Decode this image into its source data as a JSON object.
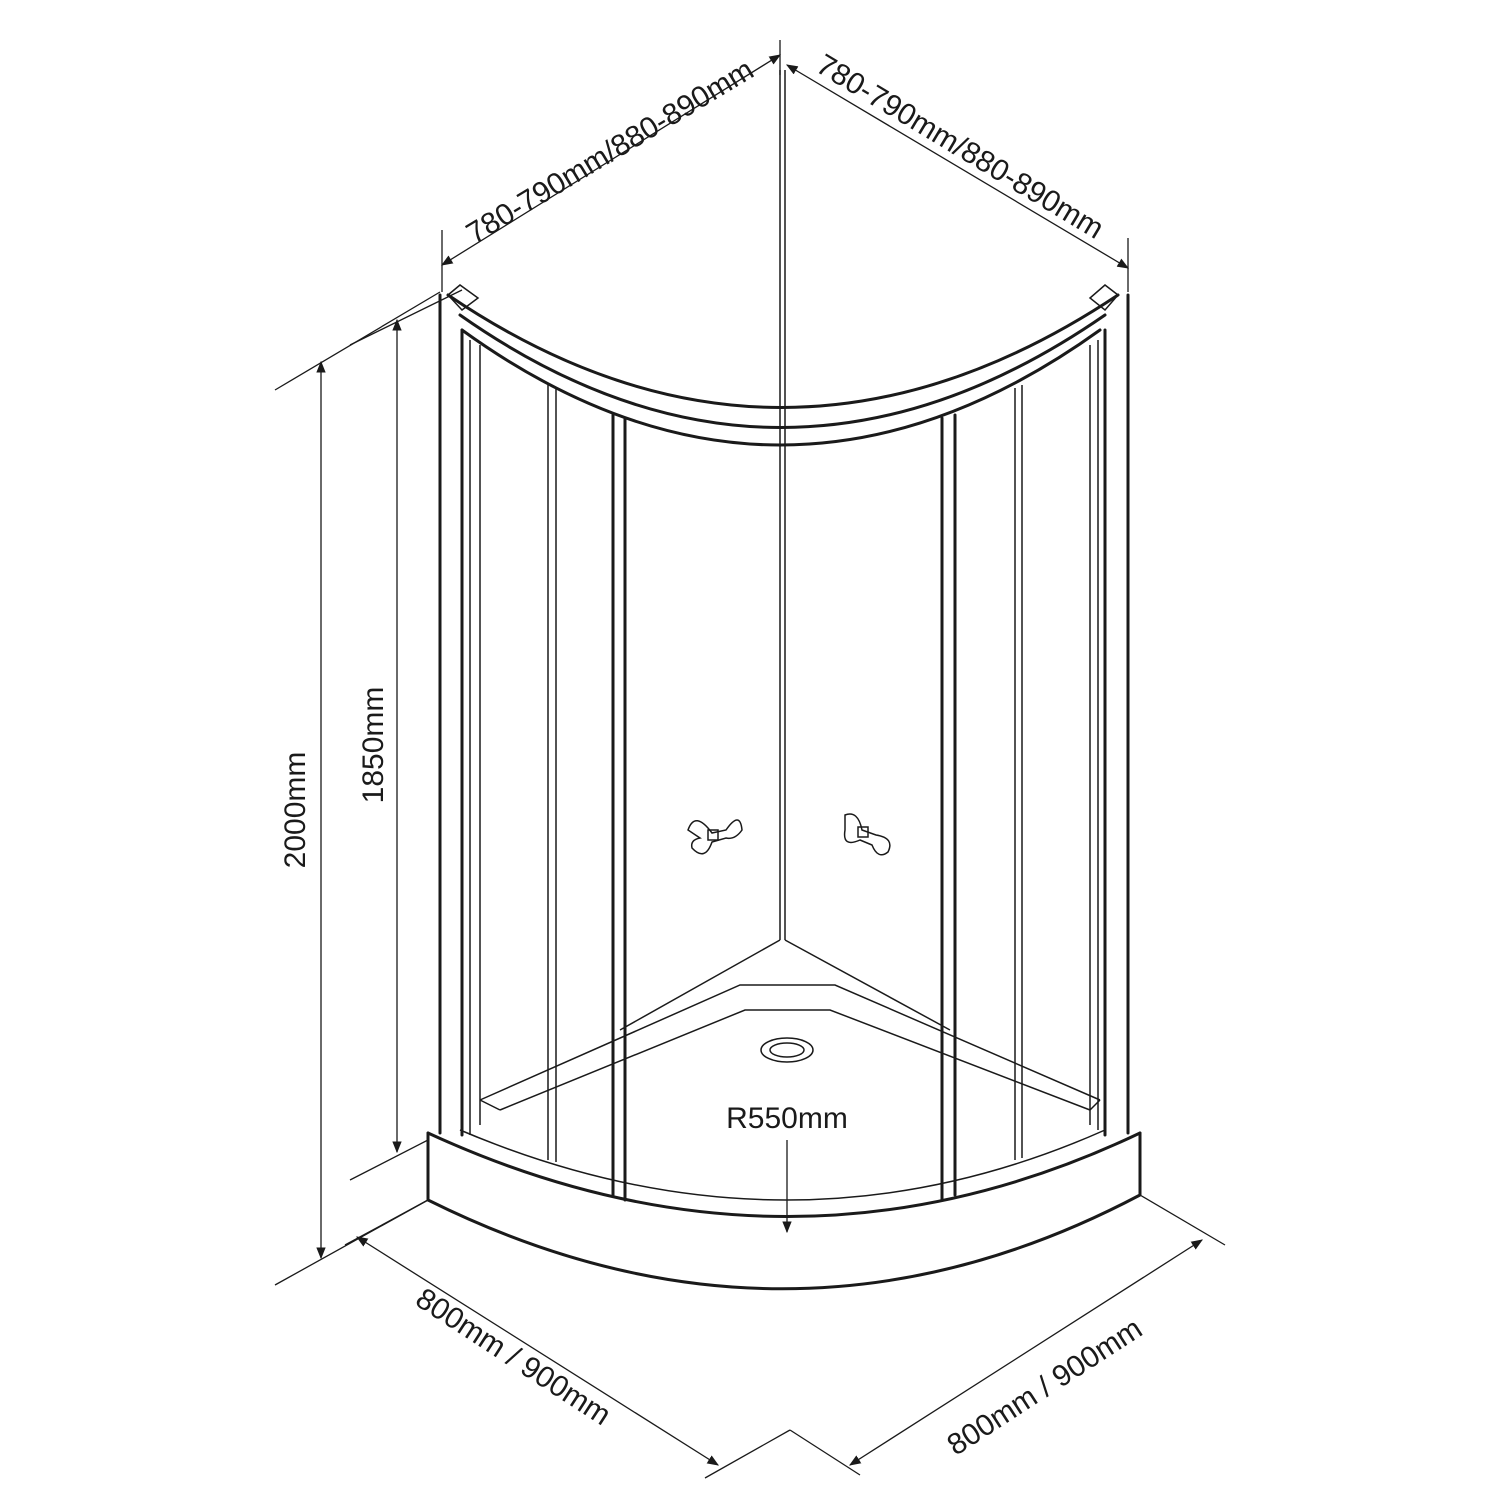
{
  "labels": {
    "top_left": "780-790mm/880-890mm",
    "top_right": "780-790mm/880-890mm",
    "height_total": "2000mm",
    "height_door": "1850mm",
    "radius": "R550mm",
    "bottom_left": "800mm / 900mm",
    "bottom_right": "800mm / 900mm"
  },
  "colors": {
    "line": "#1a1a1a",
    "background": "#ffffff"
  },
  "icons": {
    "handles": "door-handle-icon",
    "drain": "drain-icon"
  }
}
